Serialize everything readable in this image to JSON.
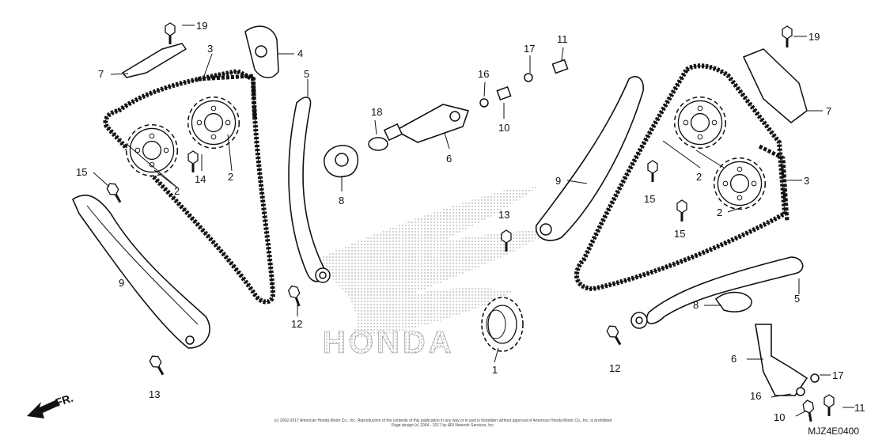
{
  "diagram": {
    "callouts": [
      "19",
      "7",
      "3",
      "4",
      "5",
      "2",
      "14",
      "2",
      "15",
      "2",
      "9",
      "13",
      "18",
      "8",
      "6",
      "16",
      "10",
      "17",
      "11",
      "12",
      "13",
      "1",
      "19",
      "7",
      "3",
      "2",
      "2",
      "15",
      "15",
      "9",
      "5",
      "8",
      "12",
      "6",
      "17",
      "16",
      "10",
      "11"
    ],
    "watermark": "HONDA",
    "direction_label": "FR.",
    "diagram_code": "MJZ4E0400",
    "copyright_line1": "(c) 2002-2017 American Honda Motor Co., Inc. Reproduction of the contents of this publication in any way or in part is forbidden without approval of American Honda Motor Co., Inc. is prohibited",
    "copyright_line2": "Page design (c) 2004 - 2017 by ARI Network Services, Inc."
  },
  "colors": {
    "line": "#111111",
    "watermark": "#9a9a9a",
    "background": "#ffffff"
  }
}
